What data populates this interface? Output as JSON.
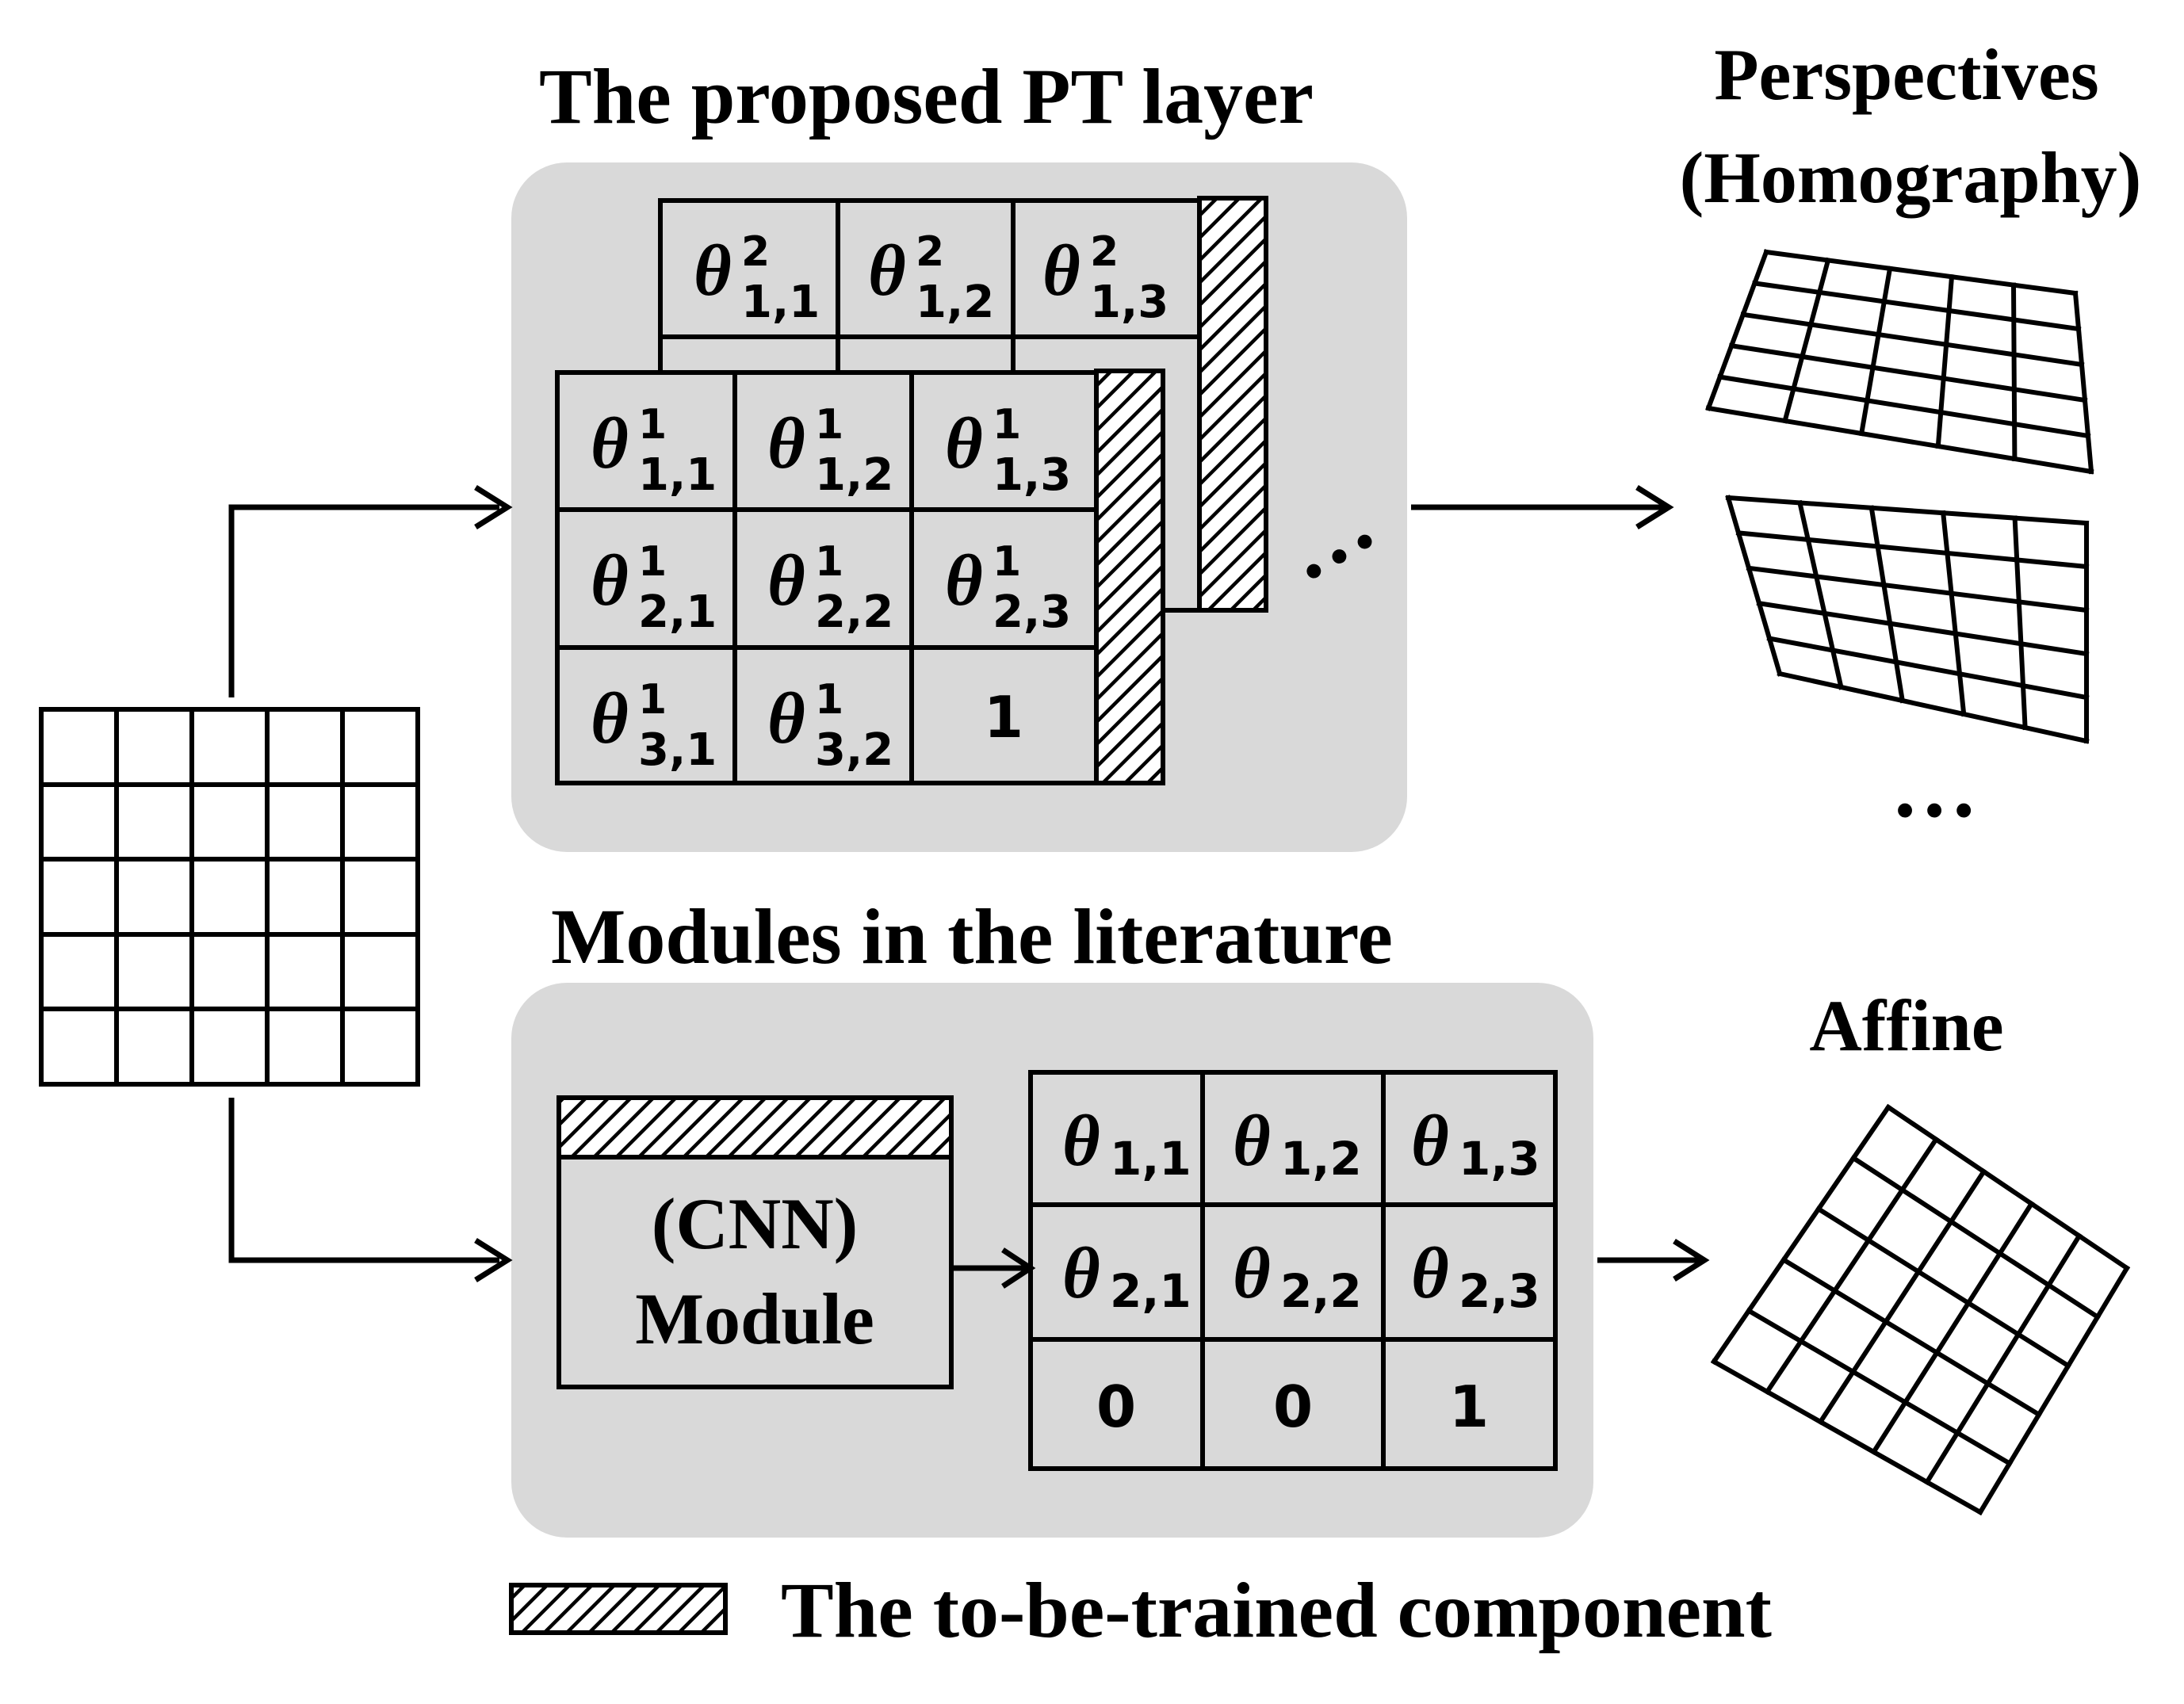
{
  "titles": {
    "pt_layer": "The proposed PT layer",
    "literature": "Modules in the literature",
    "perspectives_line1": "Perspectives",
    "perspectives_line2": "(Homography)",
    "affine": "Affine",
    "legend": "The to-be-trained component"
  },
  "theta_symbol": "θ",
  "back_matrix": {
    "superscript": "2",
    "cells": [
      [
        "1,1",
        "1,2",
        "1,3"
      ]
    ]
  },
  "front_matrix": {
    "superscript": "1",
    "cells": [
      [
        "1,1",
        "1,2",
        "1,3"
      ],
      [
        "2,1",
        "2,2",
        "2,3"
      ],
      [
        "3,1",
        "3,2",
        null
      ]
    ],
    "last_value": "1"
  },
  "affine_matrix": {
    "cells": [
      [
        "1,1",
        "1,2",
        "1,3"
      ],
      [
        "2,1",
        "2,2",
        "2,3"
      ]
    ],
    "last_row": [
      "0",
      "0",
      "1"
    ]
  },
  "cnn_module": {
    "line1": "(CNN)",
    "line2": "Module"
  },
  "ellipsis": "…",
  "colors": {
    "panel": "#d9d9d9",
    "stroke": "#000000",
    "background": "#ffffff"
  }
}
